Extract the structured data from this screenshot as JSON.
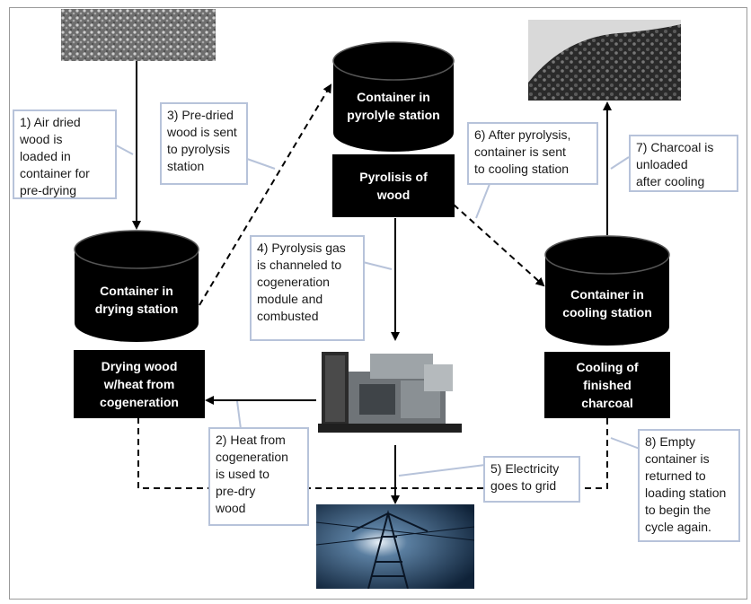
{
  "diagram": {
    "containers": {
      "drying": "Container in\ndrying station",
      "pyrolysis": "Container in\npyrolyle station",
      "cooling": "Container in\ncooling station"
    },
    "process_boxes": {
      "drying": "Drying wood\nw/heat from\ncogeneration",
      "pyrolysis": "Pyrolisis of\nwood",
      "cooling": "Cooling of\nfinished\ncharcoal"
    },
    "steps": [
      "1) Air dried\nwood is\nloaded in\ncontainer for\npre-drying",
      "2) Heat from\ncogeneration\nis used to\npre-dry\nwood",
      "3) Pre-dried\nwood is sent\nto pyrolysis\nstation",
      "4) Pyrolysis gas\nis channeled to\ncogeneration\nmodule and\ncombusted",
      "5) Electricity\ngoes to grid",
      "6) After pyrolysis,\ncontainer is sent\nto cooling station",
      "7) Charcoal is\nunloaded\nafter cooling",
      "8) Empty\ncontainer is\nreturned to\nloading station\nto begin the\ncycle again."
    ],
    "images": [
      "air-dried-wood-photo",
      "charcoal-pile-photo",
      "cogeneration-generator-photo",
      "power-grid-pylon-photo"
    ],
    "colors": {
      "shape_fill": "#000000",
      "callout_border": "#b7c3da",
      "frame": "#9a9a9a"
    }
  }
}
